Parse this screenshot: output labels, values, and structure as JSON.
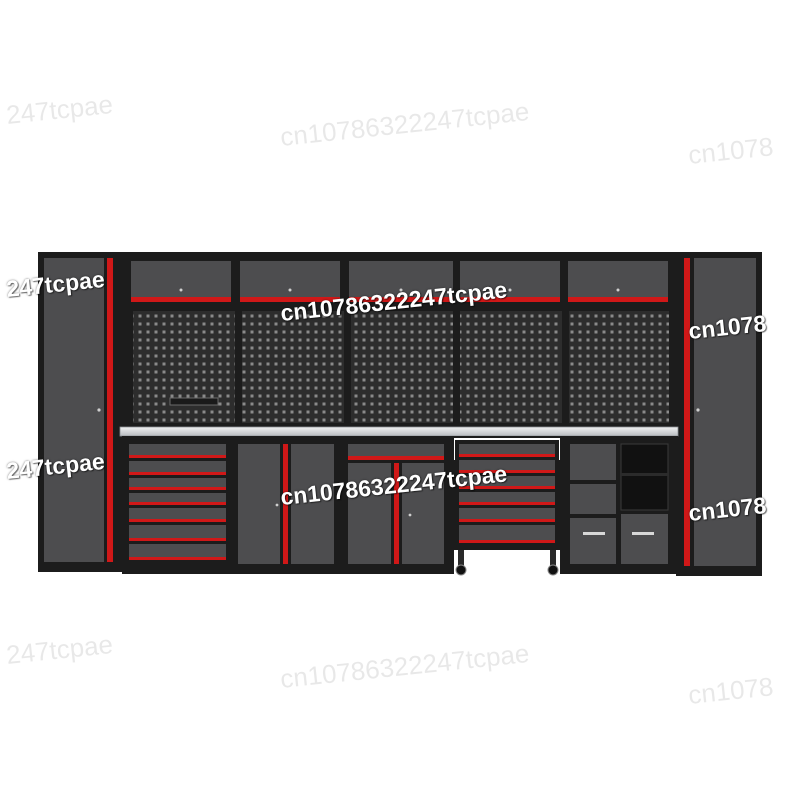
{
  "product": {
    "name": "modular garage workshop cabinet system",
    "colors": {
      "frame": "#1c1c1c",
      "panel": "#4d4d4f",
      "panel_light": "#5a5a5c",
      "accent": "#d01818",
      "worktop": "#d9dcdf",
      "pegboard": "#2a2a2a",
      "background": "#ffffff"
    },
    "modules": {
      "left_tall_cabinet": "tall locker cabinet",
      "wall_cabinets": 5,
      "pegboard_panels": 5,
      "drawer_unit_left_drawers": 7,
      "rolling_tool_cart_drawers": 6,
      "right_tall_cabinet": "tall locker cabinet"
    }
  },
  "watermarks": [
    "247tcpae",
    "cn10786322247tcpae",
    "cn1078",
    "247tcpae",
    "cn10786322247tcpae",
    "cn1078",
    "247tcpae",
    "cn10786322247tcpae",
    "cn1078",
    "247tcpae",
    "cn10786322247tcpae",
    "cn1078"
  ]
}
